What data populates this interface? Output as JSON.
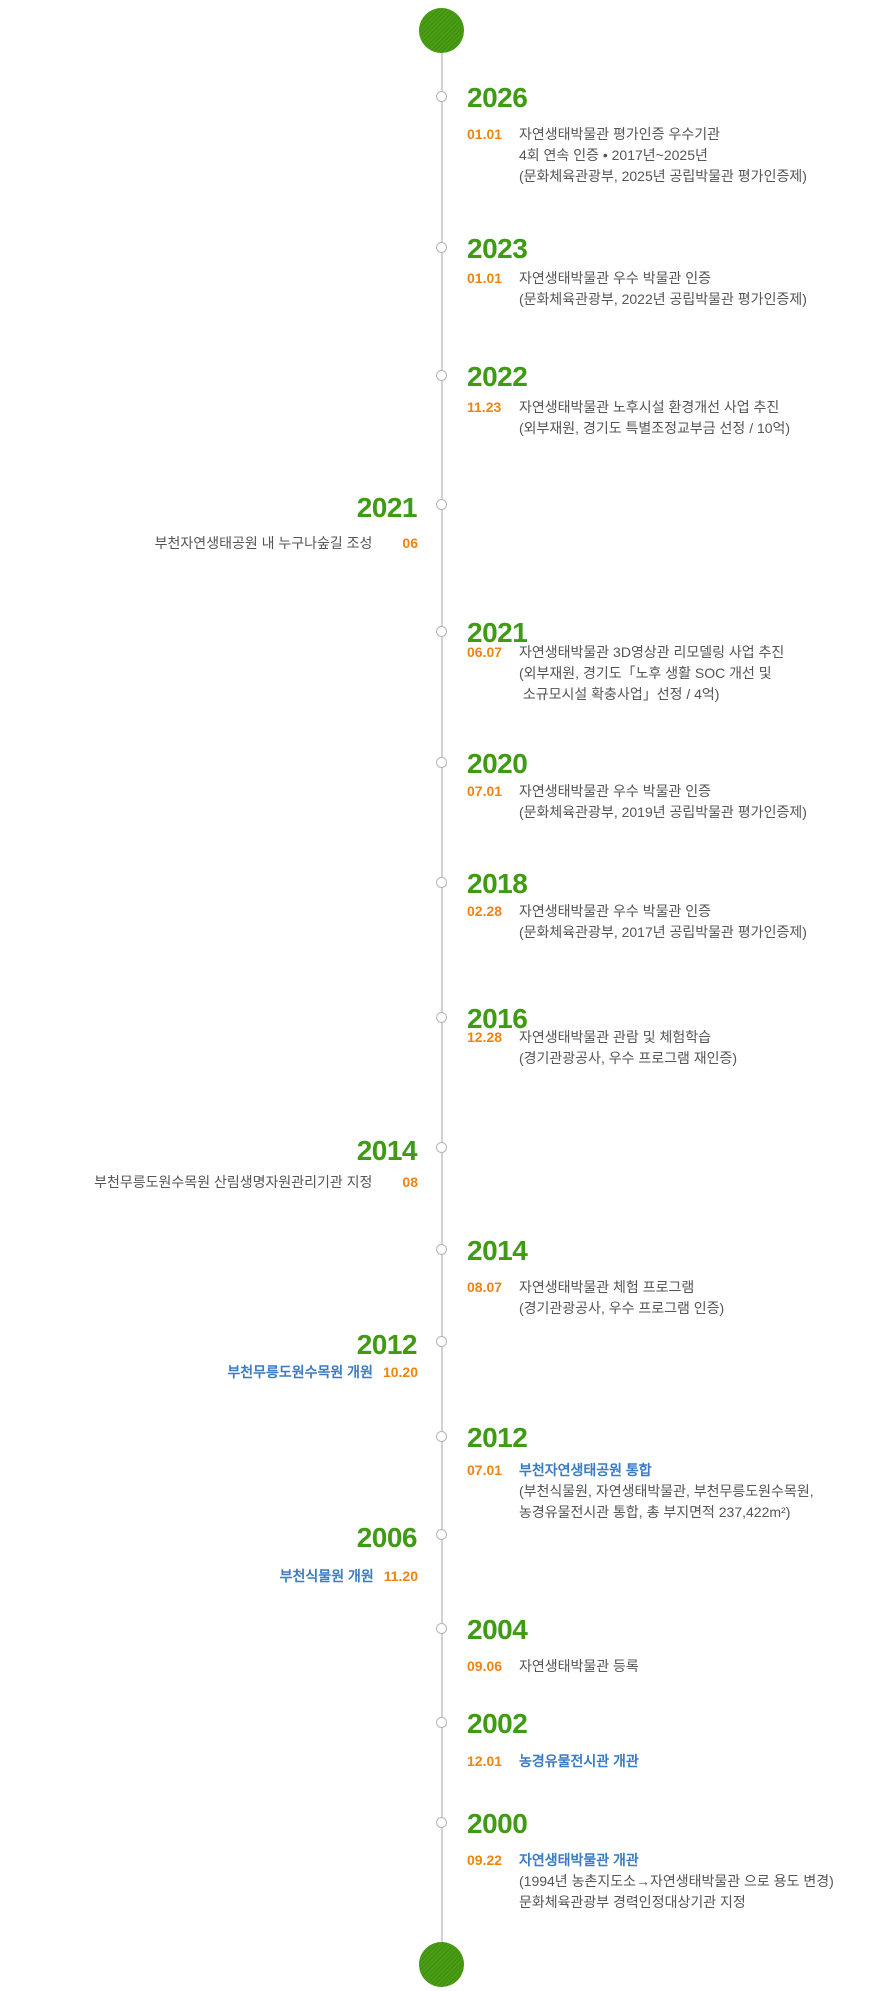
{
  "timeline": {
    "accent_year_color": "#3f9b14",
    "accent_date_color": "#f08311",
    "highlight_color": "#3a7cc4",
    "right": [
      {
        "year": "2026",
        "date": "01.01",
        "lines": [
          "자연생태박물관 평가인증 우수기관",
          "4회 연속 인증 • 2017년~2025년",
          "(문화체육관광부, 2025년 공립박물관 평가인증제)"
        ]
      },
      {
        "year": "2023",
        "date": "01.01",
        "lines": [
          "자연생태박물관 우수 박물관 인증",
          "(문화체육관광부, 2022년 공립박물관 평가인증제)"
        ]
      },
      {
        "year": "2022",
        "date": "11.23",
        "lines": [
          "자연생태박물관 노후시설 환경개선 사업 추진",
          "(외부재원, 경기도 특별조정교부금 선정 / 10억)"
        ]
      },
      {
        "year": "2021",
        "date": "06.07",
        "lines": [
          "자연생태박물관 3D영상관 리모델링 사업 추진",
          "(외부재원, 경기도「노후 생활 SOC 개선 및",
          " 소규모시설 확충사업」선정 / 4억)"
        ]
      },
      {
        "year": "2020",
        "date": "07.01",
        "lines": [
          "자연생태박물관 우수 박물관 인증",
          "(문화체육관광부, 2019년 공립박물관 평가인증제)"
        ]
      },
      {
        "year": "2018",
        "date": "02.28",
        "lines": [
          "자연생태박물관 우수 박물관 인증",
          "(문화체육관광부, 2017년 공립박물관 평가인증제)"
        ]
      },
      {
        "year": "2016",
        "date": "12.28",
        "lines": [
          "자연생태박물관 관람 및 체험학습",
          "(경기관광공사, 우수 프로그램 재인증)"
        ]
      },
      {
        "year": "2014",
        "date": "08.07",
        "lines": [
          "자연생태박물관 체험 프로그램",
          "(경기관광공사, 우수 프로그램 인증)"
        ]
      },
      {
        "year": "2012",
        "date": "07.01",
        "headline": "부천자연생태공원 통합",
        "lines": [
          "(부천식물원, 자연생태박물관, 부천무릉도원수목원,",
          "농경유물전시관 통합, 총 부지면적 237,422m²)"
        ]
      },
      {
        "year": "2004",
        "date": "09.06",
        "lines": [
          "자연생태박물관 등록"
        ]
      },
      {
        "year": "2002",
        "date": "12.01",
        "headline": "농경유물전시관 개관",
        "lines": []
      },
      {
        "year": "2000",
        "date": "09.22",
        "headline": "자연생태박물관 개관",
        "lines": [
          "(1994년 농촌지도소→자연생태박물관 으로 용도 변경)",
          "문화체육관광부 경력인정대상기관 지정"
        ]
      }
    ],
    "left": [
      {
        "year": "2021",
        "text": "부천자연생태공원 내 누구나숲길 조성",
        "date": "06"
      },
      {
        "year": "2014",
        "text": "부천무릉도원수목원 산림생명자원관리기관 지정",
        "date": "08"
      },
      {
        "year": "2012",
        "text": "부천무릉도원수목원 개원",
        "date": "10.20"
      },
      {
        "year": "2006",
        "text": "부천식물원 개원",
        "date": "11.20"
      }
    ]
  }
}
